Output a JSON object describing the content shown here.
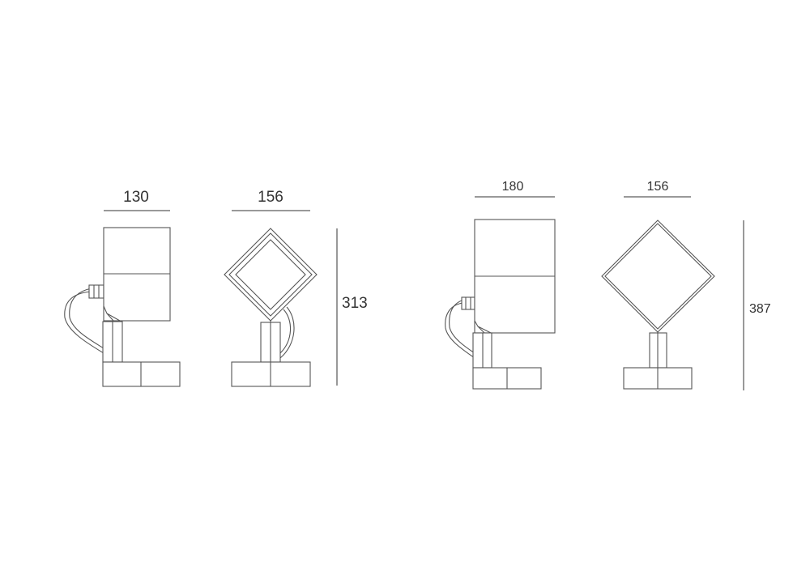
{
  "small_model": {
    "side_view_width": "130",
    "front_view_width": "156",
    "height": "313"
  },
  "large_model": {
    "side_view_width": "180",
    "front_view_width": "156",
    "height": "387"
  },
  "colors": {
    "line": "#555555",
    "text": "#333333",
    "background": "#ffffff"
  }
}
